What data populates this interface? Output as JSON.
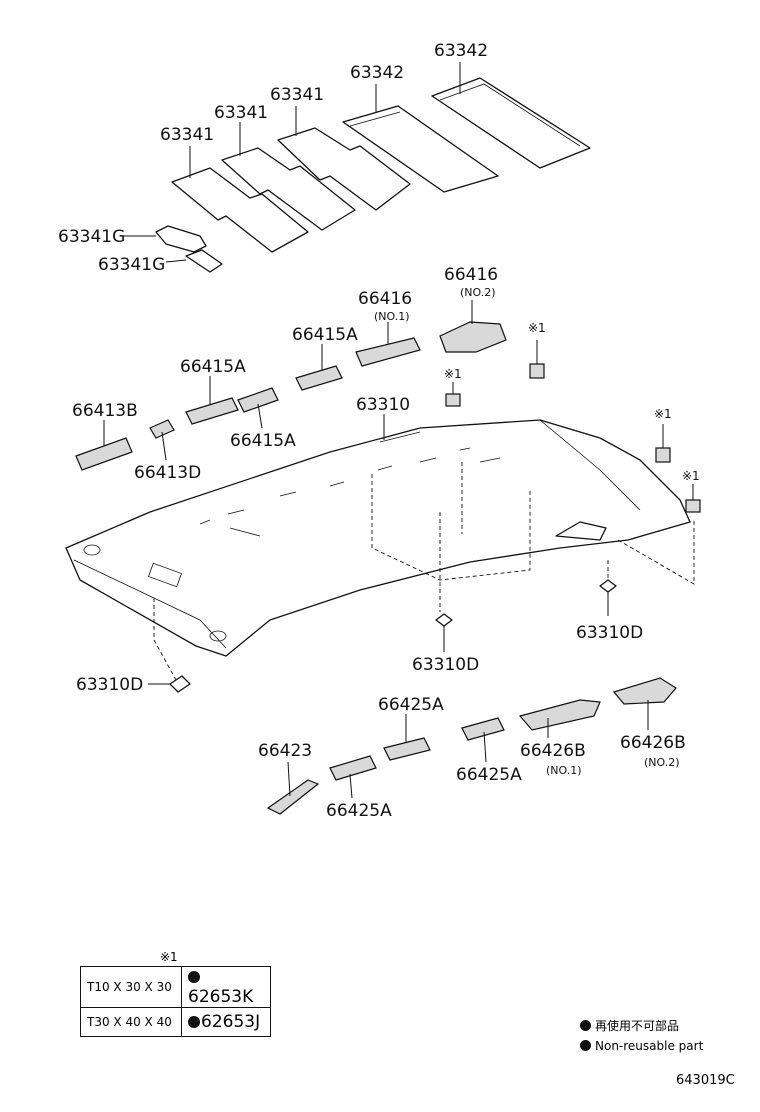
{
  "parts": {
    "p63342a": "63342",
    "p63342b": "63342",
    "p63341a": "63341",
    "p63341b": "63341",
    "p63341c": "63341",
    "p63341Ga": "63341G",
    "p63341Gb": "63341G",
    "p66416a": "66416",
    "p66416b": "66416",
    "p66416a_sub": "(NO.2)",
    "p66416b_sub": "(NO.1)",
    "p66415Aa": "66415A",
    "p66415Ab": "66415A",
    "p66415Ac": "66415A",
    "p66413B": "66413B",
    "p66413D": "66413D",
    "p63310": "63310",
    "p63310Da": "63310D",
    "p63310Db": "63310D",
    "p63310Dc": "63310D",
    "p66425Aa": "66425A",
    "p66425Ab": "66425A",
    "p66425Ac": "66425A",
    "p66423": "66423",
    "p66426Ba": "66426B",
    "p66426Bb": "66426B",
    "p66426Ba_sub": "(NO.1)",
    "p66426Bb_sub": "(NO.2)"
  },
  "marks": {
    "m1": "※1",
    "m2": "※1",
    "m3": "※1",
    "m4": "※1"
  },
  "table": {
    "mark": "※1",
    "rows": [
      {
        "size": "T10 X 30 X 30",
        "code": "62653K"
      },
      {
        "size": "T30 X 40 X 40",
        "code": "62653J"
      }
    ]
  },
  "legend": {
    "japanese": "再使用不可部品",
    "english": "Non-reusable part"
  },
  "figure_code": "643019C",
  "colors": {
    "ink": "#111111",
    "background": "#ffffff",
    "shade": "#d9d9d9"
  }
}
